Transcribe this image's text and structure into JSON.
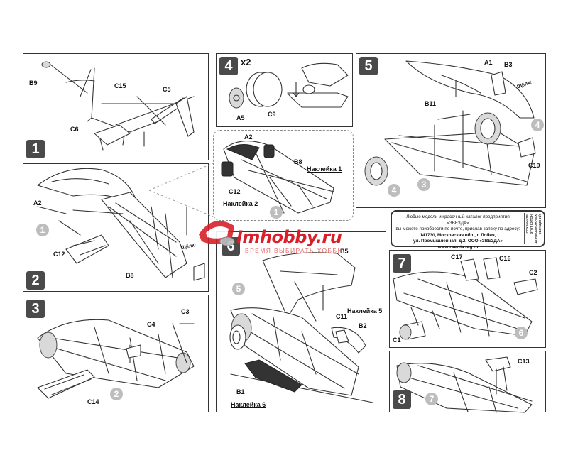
{
  "steps": {
    "s1": {
      "number": "1",
      "labels": {
        "b9": "B9",
        "c15": "C15",
        "c5": "C5",
        "c6": "C6"
      }
    },
    "s2": {
      "number": "2",
      "labels": {
        "a2": "A2",
        "c12": "C12",
        "b8": "B8",
        "ref1": "1",
        "glue": "Щёлк!"
      }
    },
    "s3": {
      "number": "3",
      "labels": {
        "c3": "C3",
        "c4": "C4",
        "c14": "C14",
        "ref2": "2"
      }
    },
    "s4": {
      "number": "4",
      "multiplier": "x2",
      "labels": {
        "a5": "A5",
        "c9": "C9"
      }
    },
    "s5": {
      "number": "5",
      "labels": {
        "a1": "A1",
        "b3": "B3",
        "b11": "B11",
        "c10": "C10",
        "ref4a": "4",
        "ref4b": "4",
        "ref3": "3",
        "glue": "Щёлк!"
      }
    },
    "s6": {
      "number": "6",
      "labels": {
        "b5": "B5",
        "c11": "C11",
        "decal5": "Наклейка 5",
        "b2": "B2",
        "b1": "B1",
        "decal6": "Наклейка 6",
        "ref5": "5"
      }
    },
    "s7": {
      "number": "7",
      "labels": {
        "c17": "C17",
        "c16": "C16",
        "c2": "C2",
        "c1": "C1",
        "ref6": "6"
      }
    },
    "s8": {
      "number": "8",
      "labels": {
        "c13": "C13",
        "ref7": "7"
      }
    }
  },
  "inset": {
    "labels": {
      "a2": "A2",
      "b8": "B8",
      "decal1": "Наклейка 1",
      "c12": "C12",
      "decal2": "Наклейка 2",
      "ref1": "1"
    }
  },
  "catalog": {
    "line1": "Любые модели и красочный каталог предприятия «ЗВЕЗДА»",
    "line2": "вы можете приобрести по почте, прислав заявку по адресу:",
    "line3": "141730, Московская обл., г. Лобня,",
    "line4": "ул. Промышленная, д.2, ООО «ЗВЕЗДА»",
    "line5": "www.zvezda.org.ru",
    "vertical": [
      "СОХРАНИТЕ",
      "ЭТОТ КУПОН",
      "ДЛЯ ВОЗМОЖНЫХ",
      "ОБРАЩЕНИЙ"
    ]
  },
  "watermark": {
    "brand": "Imhobby.ru",
    "tagline": "ВРЕМЯ ВЫБИРАТЬ ХОББИ"
  }
}
